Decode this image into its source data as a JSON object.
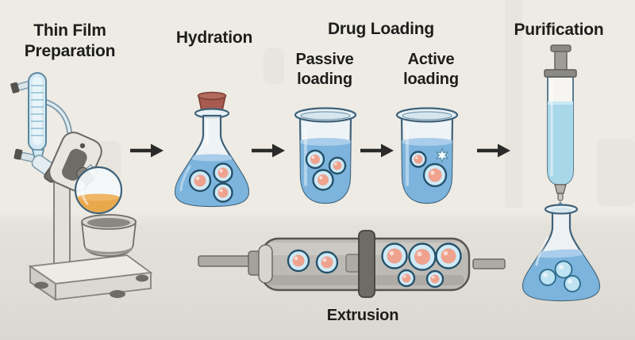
{
  "diagram": {
    "steps": [
      {
        "id": "thin-film-preparation",
        "label": "Thin Film\nPreparation"
      },
      {
        "id": "hydration",
        "label": "Hydration"
      },
      {
        "id": "drug-loading",
        "label": "Drug Loading",
        "substeps": [
          {
            "id": "passive-loading",
            "label": "Passive\nloading"
          },
          {
            "id": "active-loading",
            "label": "Active\nloading"
          }
        ]
      },
      {
        "id": "purification",
        "label": "Purification"
      },
      {
        "id": "extrusion",
        "label": "Extrusion"
      }
    ],
    "flow_arrows": {
      "direction": "right",
      "count": 4,
      "icon": "arrow-right-icon"
    },
    "illustrations": [
      "rotary-evaporator",
      "stoppered-flask",
      "passive-loading-beaker",
      "active-loading-beaker",
      "purification-column",
      "collection-flask",
      "extruder"
    ]
  },
  "palette": {
    "background": "#edebe4",
    "counter": "#e0ddd6",
    "text": "#1d1d1b",
    "arrow": "#2a2a28",
    "liquid_blue": "#7db4dd",
    "liquid_surface": "#a9cdea",
    "glass_stroke": "#3f627a",
    "glass_fill": "#eef4f8",
    "liposome_ring": "#cfeaf7",
    "liposome_stroke": "#24526b",
    "liposome_core": "#efa28e",
    "bubble_fill": "#bfe3f3",
    "stopper_red": "#a85a4e",
    "metal_grey": "#bdbab5",
    "metal_dark": "#6e6c66",
    "amber": "#e8a84c",
    "column_liquid": "#a8d7e9"
  }
}
